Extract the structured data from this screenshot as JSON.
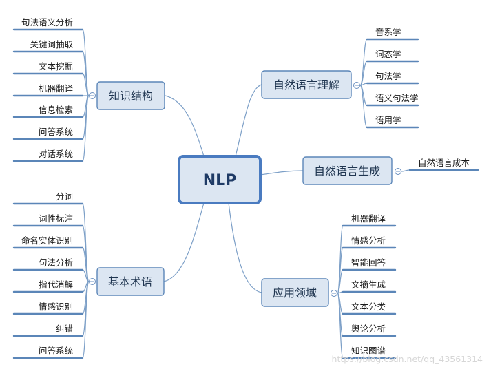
{
  "root": {
    "label": "NLP"
  },
  "branches": {
    "knowledge": {
      "label": "知识结构",
      "children": [
        "句法语义分析",
        "关键词抽取",
        "文本挖掘",
        "机器翻译",
        "信息检索",
        "问答系统",
        "对话系统"
      ]
    },
    "basic": {
      "label": "基本术语",
      "children": [
        "分词",
        "词性标注",
        "命名实体识别",
        "句法分析",
        "指代消解",
        "情感识别",
        "纠错",
        "问答系统"
      ]
    },
    "nlu": {
      "label": "自然语言理解",
      "children": [
        "音系学",
        "词态学",
        "句法学",
        "语义句法学",
        "语用学"
      ]
    },
    "nlg": {
      "label": "自然语言生成",
      "children": [
        "自然语言成本"
      ]
    },
    "apps": {
      "label": "应用领域",
      "children": [
        "机器翻译",
        "情感分析",
        "智能回答",
        "文摘生成",
        "文本分类",
        "舆论分析",
        "知识图谱"
      ]
    }
  },
  "watermark": "https://blog.csdn.net/qq_43561314"
}
